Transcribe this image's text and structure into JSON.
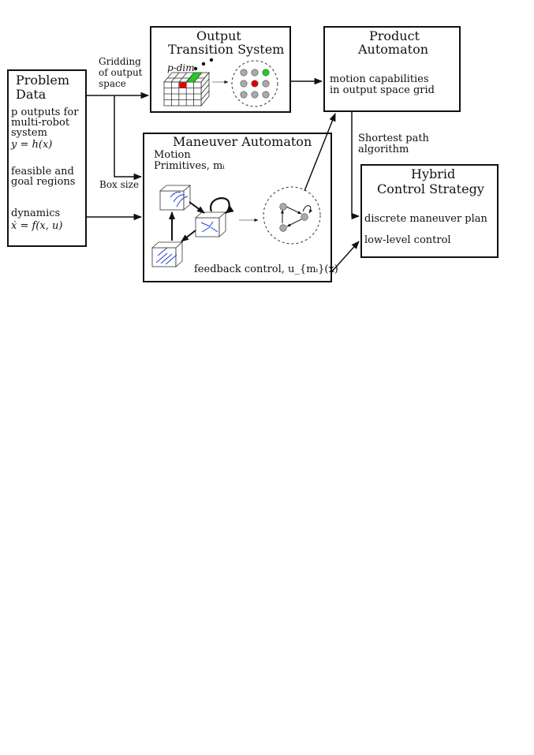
{
  "problem_data": {
    "title_line1": "Problem",
    "title_line2": "Data",
    "outputs_line1": "p outputs for",
    "outputs_line2": "multi-robot",
    "outputs_line3": "system",
    "outputs_eq": "y = h(x)",
    "regions_line1": "feasible and",
    "regions_line2": "goal regions",
    "dynamics_label": "dynamics",
    "dynamics_eq": "ẋ = f(x, u)"
  },
  "labels": {
    "gridding_line1": "Gridding",
    "gridding_line2": "of output",
    "gridding_line3": "space",
    "box_size": "Box size",
    "shortest_line1": "Shortest path",
    "shortest_line2": "algorithm",
    "p_dim": "p-dim"
  },
  "output_ts": {
    "title_line1": "Output",
    "title_line2": "Transition System"
  },
  "product": {
    "title_line1": "Product",
    "title_line2": "Automaton",
    "body_line1": "motion capabilities",
    "body_line2": "in output space grid"
  },
  "maneuver": {
    "title": "Maneuver Automaton",
    "motion_line1": "Motion",
    "motion_line2": "Primitives, mᵢ",
    "feedback": "feedback control, u_{mᵢ}(x)"
  },
  "hybrid": {
    "title_line1": "Hybrid",
    "title_line2": "Control Strategy",
    "plan": "discrete maneuver plan",
    "lowlevel": "low-level control"
  },
  "colors": {
    "stroke": "#111111",
    "grid_red": "#e00000",
    "grid_green": "#22cc22",
    "node_gray": "#aaaaaa",
    "vector_blue": "#1f3fd0"
  }
}
